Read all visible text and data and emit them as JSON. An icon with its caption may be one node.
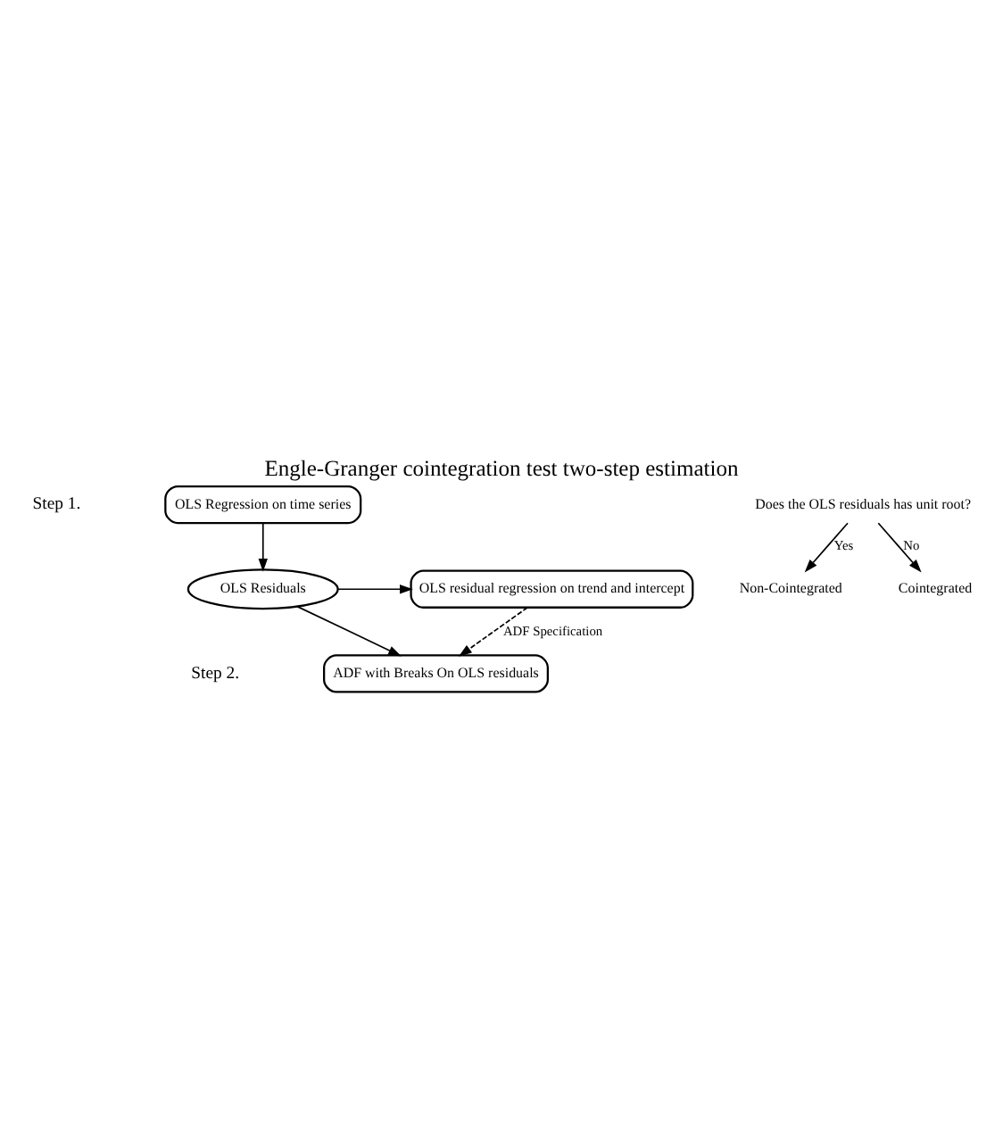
{
  "diagram": {
    "title": "Engle-Granger cointegration test two-step estimation",
    "nodes": [
      {
        "text": [
          "OLS Regression on time series"
        ]
      },
      {
        "text": [
          "OLS Residuals"
        ]
      },
      {
        "text": [
          "OLS residual regression on trend and intercept"
        ]
      },
      {
        "text": [
          "ADF with Breaks On OLS residuals"
        ]
      },
      {
        "text": [
          "Does the OLS residuals has unit root?"
        ]
      },
      {
        "text": [
          "Non-Cointegrated"
        ]
      },
      {
        "text": [
          "Cointegrated"
        ]
      }
    ],
    "edges": [
      {
        "from": 0,
        "to": 1,
        "arrow": "to"
      },
      {
        "from": 1,
        "to": 2,
        "arrow": "to"
      },
      {
        "from": 1,
        "to": 3,
        "arrow": "to"
      },
      {
        "from": 2,
        "to": 3,
        "arrow": "to",
        "style": "dashed",
        "label": "ADF Specification"
      },
      {
        "from": 4,
        "to": 5,
        "arrow": "to",
        "label": "Yes"
      },
      {
        "from": 4,
        "to": 6,
        "arrow": "to",
        "label": "No"
      }
    ],
    "labels": [
      "Step 1.",
      "Step 2."
    ]
  }
}
